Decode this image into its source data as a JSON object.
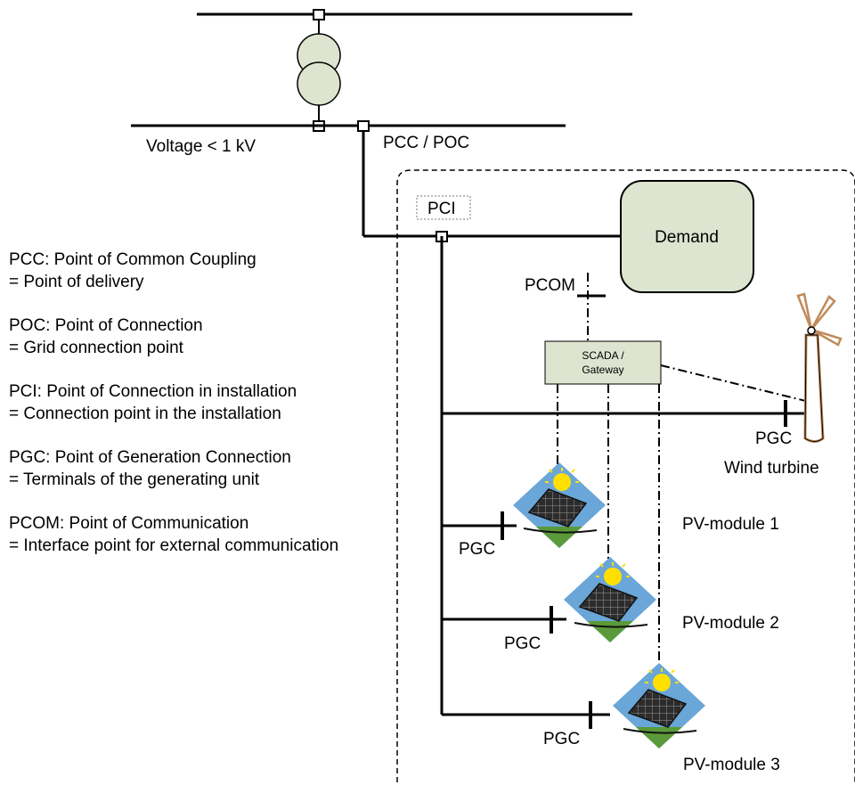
{
  "labels": {
    "voltage": "Voltage < 1 kV",
    "pcc_poc": "PCC / POC",
    "pci": "PCI",
    "demand": "Demand",
    "pcom": "PCOM",
    "scada_line1": "SCADA /",
    "scada_line2": "Gateway",
    "wind_pgc": "PGC",
    "wind_turbine": "Wind turbine",
    "pv1": "PV-module 1",
    "pv2": "PV-module 2",
    "pv3": "PV-module 3",
    "pgc1": "PGC",
    "pgc2": "PGC",
    "pgc3": "PGC"
  },
  "legend": [
    {
      "term": "PCC: Point of Common Coupling",
      "definition": "= Point of delivery"
    },
    {
      "term": "POC: Point of Connection",
      "definition": "= Grid connection point"
    },
    {
      "term": "PCI: Point of Connection in installation",
      "definition": "= Connection point in the installation"
    },
    {
      "term": "PGC: Point of Generation Connection",
      "definition": "= Terminals of the generating unit"
    },
    {
      "term": "PCOM: Point of Communication",
      "definition": "= Interface point for external communication"
    }
  ],
  "colors": {
    "box_fill": "#dde4cf",
    "transformer_fill": "#dde4cf",
    "sky": "#6aa6d8",
    "grass": "#5b9a3a",
    "sun": "#ffe000",
    "turbine": "#c08a5a"
  }
}
